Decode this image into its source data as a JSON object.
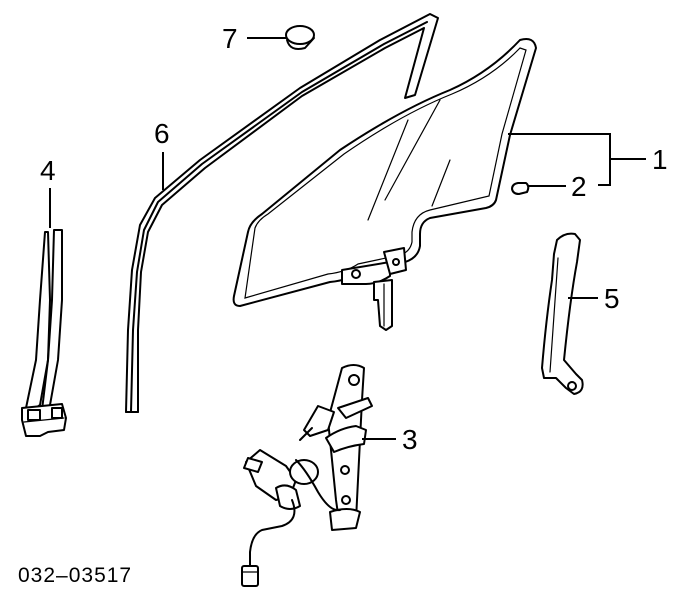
{
  "callouts": {
    "c1": "1",
    "c2": "2",
    "c3": "3",
    "c4": "4",
    "c5": "5",
    "c6": "6",
    "c7": "7"
  },
  "part_number": "032–03517"
}
